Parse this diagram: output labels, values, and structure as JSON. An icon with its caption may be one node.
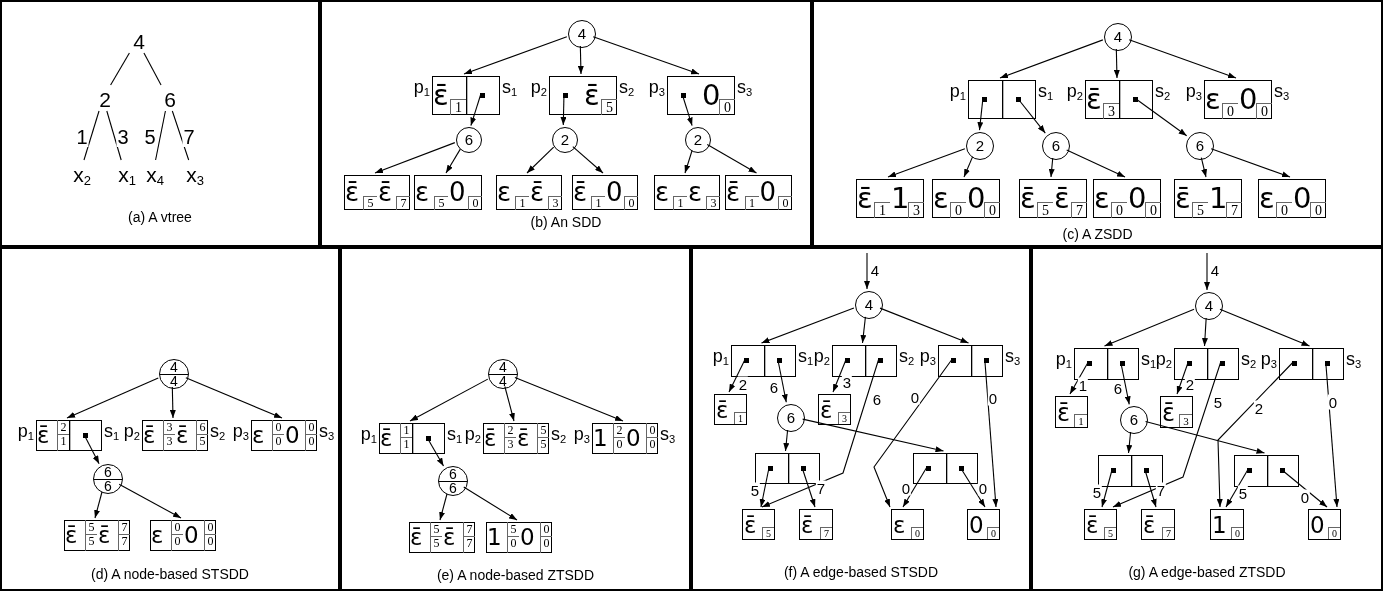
{
  "diagram": {
    "nodes": [
      {
        "text": [
          "(a) A vtree"
        ]
      },
      {
        "text": [
          "4"
        ],
        "in": 0
      },
      {
        "text": [
          "2"
        ],
        "in": 0
      },
      {
        "text": [
          "6"
        ],
        "in": 0
      },
      {
        "text": [
          "x$_{2}$"
        ],
        "in": 0
      },
      {
        "text": [
          "x$_{1}$"
        ],
        "in": 0
      },
      {
        "text": [
          "x$_{4}$"
        ],
        "in": 0
      },
      {
        "text": [
          "x$_{3}$"
        ],
        "in": 0
      },
      {
        "text": [
          "(b) An SDD"
        ]
      },
      {
        "text": [
          "4"
        ],
        "in": 8
      },
      {
        "text": [],
        "shape": "box",
        "in": 8,
        "beside": [
          "p$_{1}$",
          "s$_{1}$"
        ]
      },
      {
        "text": [
          "ε̄",
          "1"
        ],
        "in": 10
      },
      {
        "text": [],
        "shape": "box",
        "in": 10
      },
      {
        "text": [],
        "shape": "box",
        "in": 8,
        "beside": [
          "p$_{2}$",
          "s$_{2}$"
        ]
      },
      {
        "text": [],
        "shape": "box",
        "in": 13
      },
      {
        "text": [
          "ε̄",
          "5"
        ],
        "in": 13
      },
      {
        "text": [],
        "shape": "box",
        "in": 8,
        "beside": [
          "p$_{3}$",
          "s$_{3}$"
        ]
      },
      {
        "text": [],
        "shape": "box",
        "in": 16
      },
      {
        "text": [
          "0",
          "0"
        ],
        "in": 16
      },
      {
        "text": [
          "6"
        ],
        "in": 8
      },
      {
        "text": [
          "2"
        ],
        "in": 8
      },
      {
        "text": [
          "2"
        ],
        "in": 8
      },
      {
        "text": [],
        "shape": "box",
        "in": 8
      },
      {
        "text": [
          "ε̄",
          "5"
        ],
        "in": 22
      },
      {
        "text": [
          "ε̄",
          "7"
        ],
        "in": 22
      },
      {
        "text": [],
        "shape": "box",
        "in": 8
      },
      {
        "text": [
          "ε",
          "5"
        ],
        "in": 25
      },
      {
        "text": [
          "0",
          "0"
        ],
        "in": 25
      },
      {
        "text": [],
        "shape": "box",
        "in": 8
      },
      {
        "text": [
          "ε",
          "1"
        ],
        "in": 28
      },
      {
        "text": [
          "ε̄",
          "3"
        ],
        "in": 28
      },
      {
        "text": [],
        "shape": "box",
        "in": 8
      },
      {
        "text": [
          "ε̄",
          "1"
        ],
        "in": 31
      },
      {
        "text": [
          "0",
          "0"
        ],
        "in": 31
      },
      {
        "text": [],
        "shape": "box",
        "in": 8
      },
      {
        "text": [
          "ε",
          "1"
        ],
        "in": 34
      },
      {
        "text": [
          "ε",
          "3"
        ],
        "in": 34
      },
      {
        "text": [],
        "shape": "box",
        "in": 8
      },
      {
        "text": [
          "ε̄",
          "1"
        ],
        "in": 37
      },
      {
        "text": [
          "0",
          "0"
        ],
        "in": 37
      },
      {
        "text": [
          "(c) A ZSDD"
        ]
      },
      {
        "text": [
          "4"
        ],
        "in": 40
      },
      {
        "text": [],
        "shape": "box",
        "in": 40,
        "beside": [
          "p$_{1}$",
          "s$_{1}$"
        ]
      },
      {
        "text": [],
        "shape": "box",
        "in": 42
      },
      {
        "text": [],
        "shape": "box",
        "in": 42
      },
      {
        "text": [],
        "shape": "box",
        "in": 40,
        "beside": [
          "p$_{2}$",
          "s$_{2}$"
        ]
      },
      {
        "text": [
          "ε̄",
          "3"
        ],
        "in": 45
      },
      {
        "text": [],
        "shape": "box",
        "in": 45
      },
      {
        "text": [],
        "shape": "box",
        "in": 40,
        "beside": [
          "p$_{3}$",
          "s$_{3}$"
        ]
      },
      {
        "text": [
          "ε",
          "0"
        ],
        "in": 48
      },
      {
        "text": [
          "0",
          "0"
        ],
        "in": 48
      },
      {
        "text": [
          "2"
        ],
        "in": 40
      },
      {
        "text": [
          "6"
        ],
        "in": 40
      },
      {
        "text": [
          "6"
        ],
        "in": 40
      },
      {
        "text": [],
        "shape": "box",
        "in": 40
      },
      {
        "text": [
          "ε̄",
          "1"
        ],
        "in": 54
      },
      {
        "text": [
          "1",
          "3"
        ],
        "in": 54
      },
      {
        "text": [],
        "shape": "box",
        "in": 40
      },
      {
        "text": [
          "ε",
          "0"
        ],
        "in": 57
      },
      {
        "text": [
          "0",
          "0"
        ],
        "in": 57
      },
      {
        "text": [],
        "shape": "box",
        "in": 40
      },
      {
        "text": [
          "ε̄",
          "5"
        ],
        "in": 60
      },
      {
        "text": [
          "ε̄",
          "7"
        ],
        "in": 60
      },
      {
        "text": [],
        "shape": "box",
        "in": 40
      },
      {
        "text": [
          "ε",
          "0"
        ],
        "in": 63
      },
      {
        "text": [
          "0",
          "0"
        ],
        "in": 63
      },
      {
        "text": [],
        "shape": "box",
        "in": 40
      },
      {
        "text": [
          "ε̄",
          "5"
        ],
        "in": 66
      },
      {
        "text": [
          "1",
          "7"
        ],
        "in": 66
      },
      {
        "text": [],
        "shape": "box",
        "in": 40
      },
      {
        "text": [
          "ε",
          "0"
        ],
        "in": 69
      },
      {
        "text": [
          "0",
          "0"
        ],
        "in": 69
      },
      {
        "text": [
          "(d) A node-based STSDD"
        ]
      },
      {
        "text": [
          "4",
          "4"
        ],
        "in": 72
      },
      {
        "text": [],
        "shape": "box",
        "in": 72,
        "beside": [
          "p$_{1}$",
          "s$_{1}$"
        ]
      },
      {
        "text": [
          "ε̄",
          "2",
          "1"
        ],
        "in": 74
      },
      {
        "text": [],
        "shape": "box",
        "in": 74
      },
      {
        "text": [],
        "shape": "box",
        "in": 72,
        "beside": [
          "p$_{2}$",
          "s$_{2}$"
        ]
      },
      {
        "text": [
          "ε̄",
          "3",
          "3"
        ],
        "in": 77
      },
      {
        "text": [
          "ε̄",
          "6",
          "5"
        ],
        "in": 77
      },
      {
        "text": [],
        "shape": "box",
        "in": 72,
        "beside": [
          "p$_{3}$",
          "s$_{3}$"
        ]
      },
      {
        "text": [
          "ε",
          "0",
          "0"
        ],
        "in": 80
      },
      {
        "text": [
          "0",
          "0",
          "0"
        ],
        "in": 80
      },
      {
        "text": [
          "6",
          "6"
        ],
        "in": 72
      },
      {
        "text": [],
        "shape": "box",
        "in": 72
      },
      {
        "text": [
          "ε̄",
          "5",
          "5"
        ],
        "in": 84
      },
      {
        "text": [
          "ε̄",
          "7",
          "7"
        ],
        "in": 84
      },
      {
        "text": [],
        "shape": "box",
        "in": 72
      },
      {
        "text": [
          "ε",
          "0",
          "0"
        ],
        "in": 87
      },
      {
        "text": [
          "0",
          "0",
          "0"
        ],
        "in": 87
      },
      {
        "text": [
          "(e) A node-based ZTSDD"
        ]
      },
      {
        "text": [
          "4",
          "4"
        ],
        "in": 90
      },
      {
        "text": [],
        "shape": "box",
        "in": 90,
        "beside": [
          "p$_{1}$",
          "s$_{1}$"
        ]
      },
      {
        "text": [
          "ε̄",
          "1",
          "1"
        ],
        "in": 92
      },
      {
        "text": [],
        "shape": "box",
        "in": 92
      },
      {
        "text": [],
        "shape": "box",
        "in": 90,
        "beside": [
          "p$_{2}$",
          "s$_{2}$"
        ]
      },
      {
        "text": [
          "ε̄",
          "2",
          "3"
        ],
        "in": 95
      },
      {
        "text": [
          "ε̄",
          "5",
          "5"
        ],
        "in": 95
      },
      {
        "text": [],
        "shape": "box",
        "in": 90,
        "beside": [
          "p$_{3}$",
          "s$_{3}$"
        ]
      },
      {
        "text": [
          "1",
          "2",
          "0"
        ],
        "in": 98
      },
      {
        "text": [
          "0",
          "0",
          "0"
        ],
        "in": 98
      },
      {
        "text": [
          "6",
          "6"
        ],
        "in": 90
      },
      {
        "text": [],
        "shape": "box",
        "in": 90
      },
      {
        "text": [
          "ε̄",
          "5",
          "5"
        ],
        "in": 102
      },
      {
        "text": [
          "ε̄",
          "7",
          "7"
        ],
        "in": 102
      },
      {
        "text": [],
        "shape": "box",
        "in": 90
      },
      {
        "text": [
          "1",
          "5",
          "0"
        ],
        "in": 105
      },
      {
        "text": [
          "0",
          "0",
          "0"
        ],
        "in": 105
      },
      {
        "text": [
          "(f) A edge-based STSDD"
        ]
      },
      {
        "text": [
          "4"
        ],
        "in": 108
      },
      {
        "text": [],
        "shape": "box",
        "in": 108,
        "beside": [
          "p$_{1}$",
          "s$_{1}$"
        ]
      },
      {
        "text": [],
        "shape": "box",
        "in": 110
      },
      {
        "text": [],
        "shape": "box",
        "in": 110
      },
      {
        "text": [],
        "shape": "box",
        "in": 108,
        "beside": [
          "p$_{2}$",
          "s$_{2}$"
        ]
      },
      {
        "text": [],
        "shape": "box",
        "in": 113
      },
      {
        "text": [],
        "shape": "box",
        "in": 113
      },
      {
        "text": [],
        "shape": "box",
        "in": 108,
        "beside": [
          "p$_{3}$",
          "s$_{3}$"
        ]
      },
      {
        "text": [],
        "shape": "box",
        "in": 116
      },
      {
        "text": [],
        "shape": "box",
        "in": 116
      },
      {
        "text": [
          "ε̄",
          "1"
        ],
        "in": 108
      },
      {
        "text": [
          "6"
        ],
        "in": 108
      },
      {
        "text": [
          "ε̄",
          "3"
        ],
        "in": 108
      },
      {
        "text": [],
        "shape": "box",
        "in": 108
      },
      {
        "text": [],
        "shape": "box",
        "in": 122
      },
      {
        "text": [],
        "shape": "box",
        "in": 122
      },
      {
        "text": [],
        "shape": "box",
        "in": 108
      },
      {
        "text": [],
        "shape": "box",
        "in": 125
      },
      {
        "text": [],
        "shape": "box",
        "in": 125
      },
      {
        "text": [
          "ε̄",
          "5"
        ],
        "in": 108
      },
      {
        "text": [
          "ε̄",
          "7"
        ],
        "in": 108
      },
      {
        "text": [
          "ε",
          "0"
        ],
        "in": 108
      },
      {
        "text": [
          "0",
          "0"
        ],
        "in": 108
      },
      {
        "text": [
          "(g) A edge-based ZTSDD"
        ]
      },
      {
        "text": [
          "4"
        ],
        "in": 132
      },
      {
        "text": [],
        "shape": "box",
        "in": 132,
        "beside": [
          "p$_{1}$",
          "s$_{1}$"
        ]
      },
      {
        "text": [],
        "shape": "box",
        "in": 134
      },
      {
        "text": [],
        "shape": "box",
        "in": 134
      },
      {
        "text": [],
        "shape": "box",
        "in": 132,
        "beside": [
          "p$_{2}$",
          "s$_{2}$"
        ]
      },
      {
        "text": [],
        "shape": "box",
        "in": 137
      },
      {
        "text": [],
        "shape": "box",
        "in": 137
      },
      {
        "text": [],
        "shape": "box",
        "in": 132,
        "beside": [
          "p$_{3}$",
          "s$_{3}$"
        ]
      },
      {
        "text": [],
        "shape": "box",
        "in": 140
      },
      {
        "text": [],
        "shape": "box",
        "in": 140
      },
      {
        "text": [
          "ε̄",
          "1"
        ],
        "in": 132
      },
      {
        "text": [
          "6"
        ],
        "in": 132
      },
      {
        "text": [
          "ε̄",
          "3"
        ],
        "in": 132
      },
      {
        "text": [],
        "shape": "box",
        "in": 132
      },
      {
        "text": [],
        "shape": "box",
        "in": 146
      },
      {
        "text": [],
        "shape": "box",
        "in": 146
      },
      {
        "text": [],
        "shape": "box",
        "in": 132
      },
      {
        "text": [],
        "shape": "box",
        "in": 149
      },
      {
        "text": [],
        "shape": "box",
        "in": 149
      },
      {
        "text": [
          "ε̄",
          "5"
        ],
        "in": 132
      },
      {
        "text": [
          "ε̄",
          "7"
        ],
        "in": 132
      },
      {
        "text": [
          "1",
          "0"
        ],
        "in": 132
      },
      {
        "text": [
          "0",
          "0"
        ],
        "in": 132
      }
    ],
    "edges": [
      {
        "from": 1,
        "to": 2,
        "arrow": "none"
      },
      {
        "from": 1,
        "to": 3,
        "arrow": "none"
      },
      {
        "from": 2,
        "to": 4,
        "arrow": "none",
        "label": "1"
      },
      {
        "from": 2,
        "to": 5,
        "arrow": "none",
        "label": "3"
      },
      {
        "from": 3,
        "to": 6,
        "arrow": "none",
        "label": "5"
      },
      {
        "from": 3,
        "to": 7,
        "arrow": "none",
        "label": "7"
      },
      {
        "from": 9,
        "to": 10,
        "arrow": "to"
      },
      {
        "from": 9,
        "to": 13,
        "arrow": "to"
      },
      {
        "from": 9,
        "to": 16,
        "arrow": "to"
      },
      {
        "from": 12,
        "to": 19,
        "arrow": "to"
      },
      {
        "from": 14,
        "to": 20,
        "arrow": "to"
      },
      {
        "from": 17,
        "to": 21,
        "arrow": "to"
      },
      {
        "from": 19,
        "to": 22,
        "arrow": "to"
      },
      {
        "from": 19,
        "to": 25,
        "arrow": "to"
      },
      {
        "from": 20,
        "to": 28,
        "arrow": "to"
      },
      {
        "from": 20,
        "to": 31,
        "arrow": "to"
      },
      {
        "from": 21,
        "to": 34,
        "arrow": "to"
      },
      {
        "from": 21,
        "to": 37,
        "arrow": "to"
      },
      {
        "from": 41,
        "to": 42,
        "arrow": "to"
      },
      {
        "from": 41,
        "to": 45,
        "arrow": "to"
      },
      {
        "from": 41,
        "to": 48,
        "arrow": "to"
      },
      {
        "from": 43,
        "to": 51,
        "arrow": "to"
      },
      {
        "from": 44,
        "to": 52,
        "arrow": "to"
      },
      {
        "from": 47,
        "to": 53,
        "arrow": "to"
      },
      {
        "from": 51,
        "to": 54,
        "arrow": "to"
      },
      {
        "from": 51,
        "to": 57,
        "arrow": "to"
      },
      {
        "from": 52,
        "to": 60,
        "arrow": "to"
      },
      {
        "from": 52,
        "to": 63,
        "arrow": "to"
      },
      {
        "from": 53,
        "to": 66,
        "arrow": "to"
      },
      {
        "from": 53,
        "to": 69,
        "arrow": "to"
      },
      {
        "from": 73,
        "to": 74,
        "arrow": "to"
      },
      {
        "from": 73,
        "to": 77,
        "arrow": "to"
      },
      {
        "from": 73,
        "to": 80,
        "arrow": "to"
      },
      {
        "from": 76,
        "to": 83,
        "arrow": "to"
      },
      {
        "from": 83,
        "to": 84,
        "arrow": "to"
      },
      {
        "from": 83,
        "to": 87,
        "arrow": "to"
      },
      {
        "from": 91,
        "to": 92,
        "arrow": "to"
      },
      {
        "from": 91,
        "to": 95,
        "arrow": "to"
      },
      {
        "from": 91,
        "to": 98,
        "arrow": "to"
      },
      {
        "from": 94,
        "to": 101,
        "arrow": "to"
      },
      {
        "from": 101,
        "to": 102,
        "arrow": "to"
      },
      {
        "from": 101,
        "to": 105,
        "arrow": "to"
      },
      {
        "from": null,
        "to": 109,
        "arrow": "to",
        "label": "4"
      },
      {
        "from": 109,
        "to": 110,
        "arrow": "to"
      },
      {
        "from": 109,
        "to": 113,
        "arrow": "to"
      },
      {
        "from": 109,
        "to": 116,
        "arrow": "to"
      },
      {
        "from": 111,
        "to": 119,
        "arrow": "to",
        "label": "2"
      },
      {
        "from": 112,
        "to": 120,
        "arrow": "to",
        "label": "6"
      },
      {
        "from": 114,
        "to": 121,
        "arrow": "to",
        "label": "3"
      },
      {
        "from": 115,
        "to": 128,
        "arrow": "to",
        "label": "6"
      },
      {
        "from": 117,
        "to": 130,
        "arrow": "to",
        "label": "0"
      },
      {
        "from": 118,
        "to": 131,
        "arrow": "to",
        "label": "0"
      },
      {
        "from": 120,
        "to": 122,
        "arrow": "to"
      },
      {
        "from": 120,
        "to": 125,
        "arrow": "to"
      },
      {
        "from": 123,
        "to": 128,
        "arrow": "to",
        "label": "5"
      },
      {
        "from": 124,
        "to": 129,
        "arrow": "to",
        "label": "7"
      },
      {
        "from": 126,
        "to": 130,
        "arrow": "to",
        "label": "0"
      },
      {
        "from": 127,
        "to": 131,
        "arrow": "to",
        "label": "0"
      },
      {
        "from": null,
        "to": 133,
        "arrow": "to",
        "label": "4"
      },
      {
        "from": 133,
        "to": 134,
        "arrow": "to"
      },
      {
        "from": 133,
        "to": 137,
        "arrow": "to"
      },
      {
        "from": 133,
        "to": 140,
        "arrow": "to"
      },
      {
        "from": 135,
        "to": 143,
        "arrow": "to",
        "label": "1"
      },
      {
        "from": 136,
        "to": 144,
        "arrow": "to",
        "label": "6"
      },
      {
        "from": 138,
        "to": 145,
        "arrow": "to",
        "label": "2"
      },
      {
        "from": 139,
        "to": 152,
        "arrow": "to",
        "label": "5"
      },
      {
        "from": 141,
        "to": 154,
        "arrow": "to",
        "label": "2"
      },
      {
        "from": 142,
        "to": 155,
        "arrow": "to",
        "label": "0"
      },
      {
        "from": 144,
        "to": 146,
        "arrow": "to"
      },
      {
        "from": 144,
        "to": 149,
        "arrow": "to"
      },
      {
        "from": 147,
        "to": 152,
        "arrow": "to",
        "label": "5"
      },
      {
        "from": 148,
        "to": 153,
        "arrow": "to",
        "label": "7"
      },
      {
        "from": 150,
        "to": 154,
        "arrow": "to",
        "label": "5"
      },
      {
        "from": 151,
        "to": 155,
        "arrow": "to",
        "label": "0"
      }
    ]
  }
}
